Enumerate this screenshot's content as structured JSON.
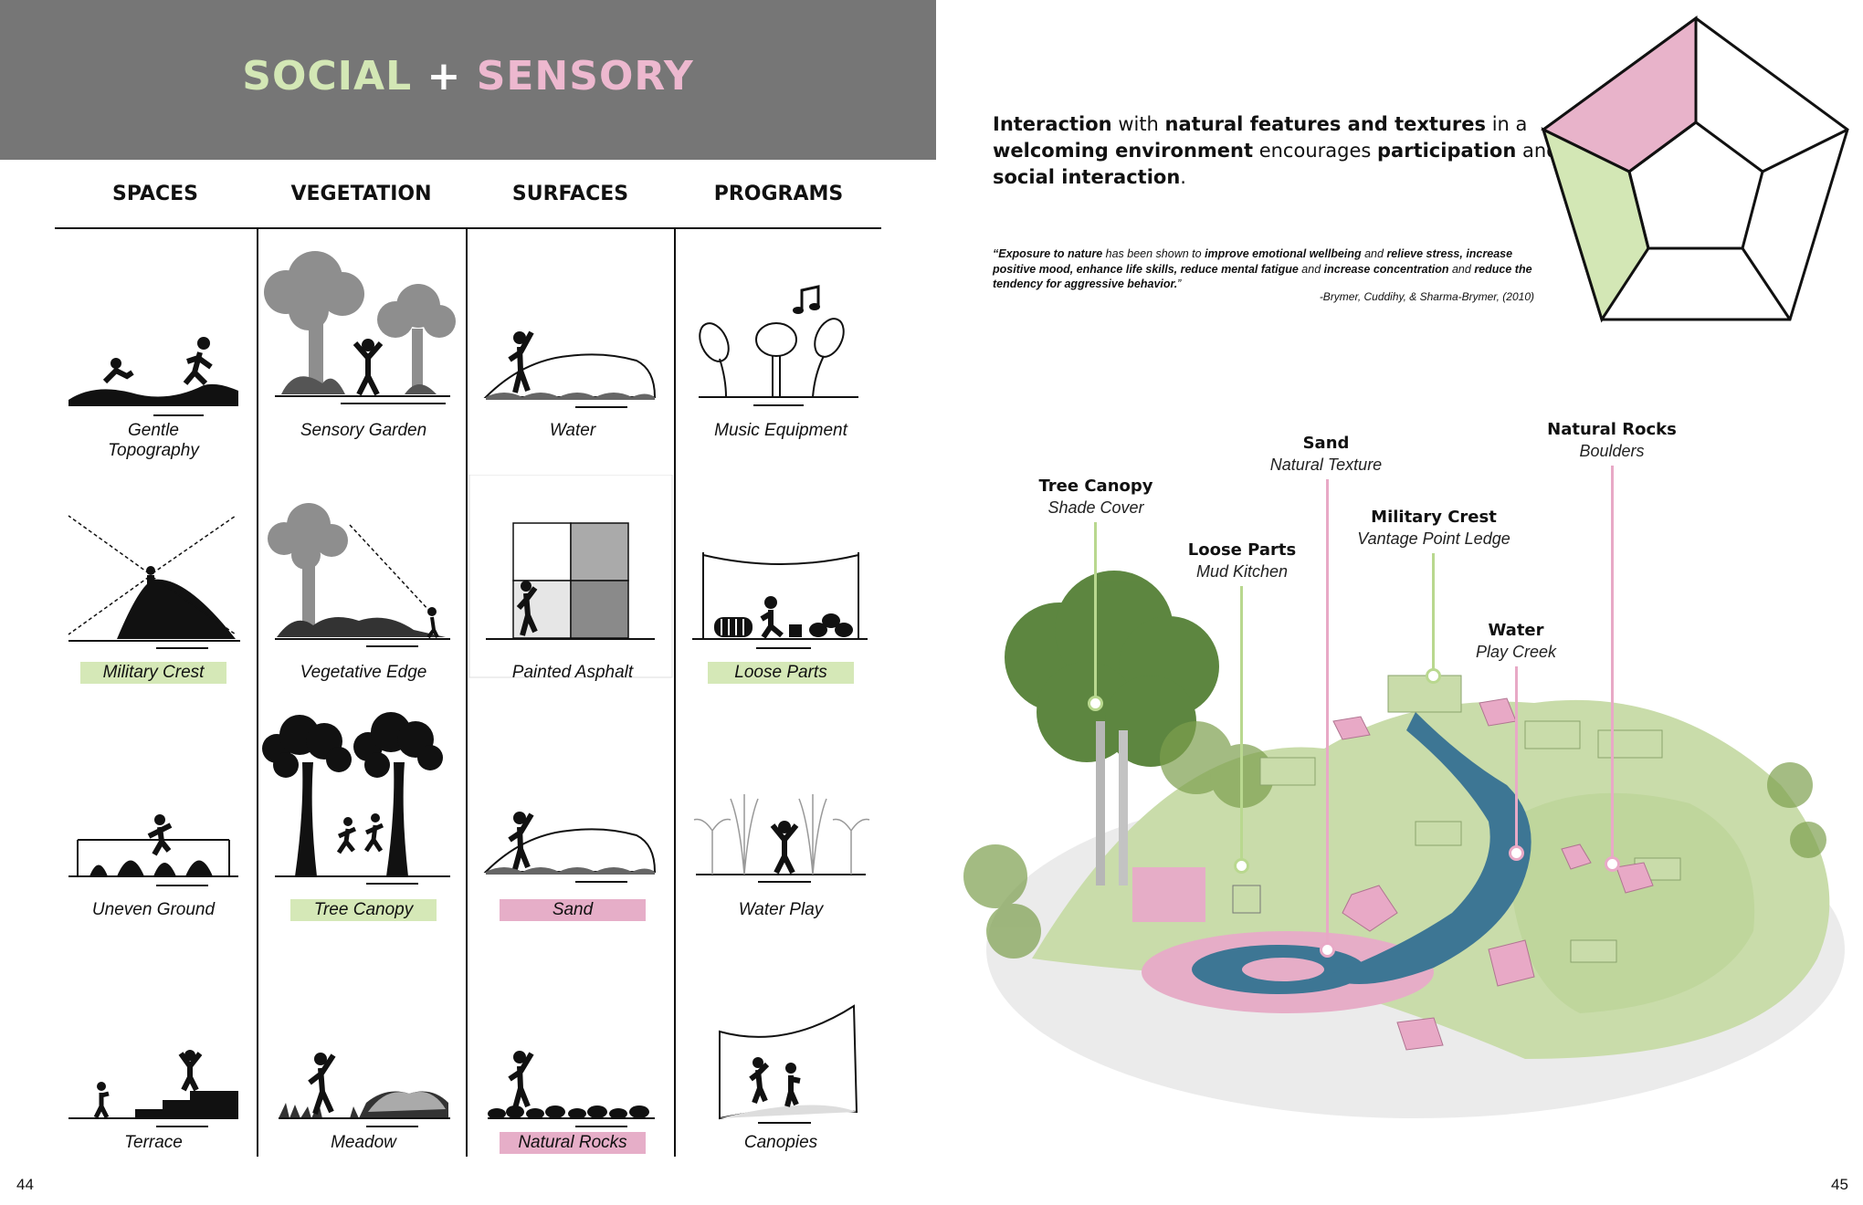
{
  "header": {
    "title_part1": "SOCIAL",
    "title_plus": "+",
    "title_part2": "SENSORY"
  },
  "columns": [
    "SPACES",
    "VEGETATION",
    "SURFACES",
    "PROGRAMS"
  ],
  "grid": [
    [
      {
        "label": "Gentle Topography",
        "highlight": "none",
        "icon": "figures-on-hills-icon"
      },
      {
        "label": "Sensory Garden",
        "highlight": "none",
        "icon": "trees-and-shrubs-icon"
      },
      {
        "label": "Water",
        "highlight": "none",
        "icon": "water-waves-icon"
      },
      {
        "label": "Music Equipment",
        "highlight": "none",
        "icon": "music-note-icon"
      }
    ],
    [
      {
        "label": "Military Crest",
        "highlight": "green",
        "icon": "hill-lookout-icon"
      },
      {
        "label": "Vegetative Edge",
        "highlight": "none",
        "icon": "tree-edge-view-icon"
      },
      {
        "label": "Painted Asphalt",
        "highlight": "none",
        "icon": "painted-squares-icon"
      },
      {
        "label": "Loose Parts",
        "highlight": "green",
        "icon": "tires-and-logs-icon"
      }
    ],
    [
      {
        "label": "Uneven Ground",
        "highlight": "none",
        "icon": "mounds-walker-icon"
      },
      {
        "label": "Tree Canopy",
        "highlight": "green",
        "icon": "tree-canopy-icon"
      },
      {
        "label": "Sand",
        "highlight": "pink",
        "icon": "sand-dunes-icon"
      },
      {
        "label": "Water Play",
        "highlight": "none",
        "icon": "fountain-jets-icon"
      }
    ],
    [
      {
        "label": "Terrace",
        "highlight": "none",
        "icon": "steps-terrace-icon"
      },
      {
        "label": "Meadow",
        "highlight": "none",
        "icon": "meadow-grass-icon"
      },
      {
        "label": "Natural Rocks",
        "highlight": "pink",
        "icon": "rocks-row-icon"
      },
      {
        "label": "Canopies",
        "highlight": "none",
        "icon": "canopy-shelter-icon"
      }
    ]
  ],
  "intro": {
    "s1_b": "Interaction",
    "s1": " with ",
    "s2_b": "natural features and textures",
    "s2": " in a ",
    "s3_b": "welcoming environment",
    "s3": " encourages ",
    "s4_b": "participation",
    "s4": " and ",
    "s5_b": "social interaction",
    "s5": "."
  },
  "quote": {
    "q1_b": "“Exposure to nature",
    "q1": " has been shown to ",
    "q2_b": "improve emotional wellbeing",
    "q2": " and ",
    "q3_b": "relieve stress,",
    "q3": " ",
    "q4_b": "increase positive mood, enhance life skills, reduce mental fatigue",
    "q4": " and ",
    "q5_b": "increase concentration",
    "q5": " and ",
    "q6_b": "reduce the tendency for aggressive behavior.",
    "q6": "”",
    "citation": "-Brymer, Cuddihy, & Sharma-Brymer, (2010)"
  },
  "pentagon": {
    "highlighted_segments": [
      "top-left",
      "left"
    ],
    "colors": {
      "pink": "#e8b3ca",
      "green": "#d3e7b5",
      "stroke": "#111111"
    }
  },
  "callouts": [
    {
      "title": "Tree Canopy",
      "subtitle": "Shade Cover",
      "color": "#b9d88f"
    },
    {
      "title": "Loose Parts",
      "subtitle": "Mud Kitchen",
      "color": "#b9d88f"
    },
    {
      "title": "Sand",
      "subtitle": "Natural Texture",
      "color": "#e8a9c6"
    },
    {
      "title": "Military Crest",
      "subtitle": "Vantage Point Ledge",
      "color": "#b9d88f"
    },
    {
      "title": "Water",
      "subtitle": "Play Creek",
      "color": "#e8a9c6"
    },
    {
      "title": "Natural Rocks",
      "subtitle": "Boulders",
      "color": "#e8a9c6"
    }
  ],
  "colors": {
    "banner": "#767676",
    "green": "#d5e8b7",
    "pink": "#e6aec8",
    "hill": "#c7dca8",
    "water": "#3d7694"
  },
  "page_numbers": {
    "left": "44",
    "right": "45"
  }
}
